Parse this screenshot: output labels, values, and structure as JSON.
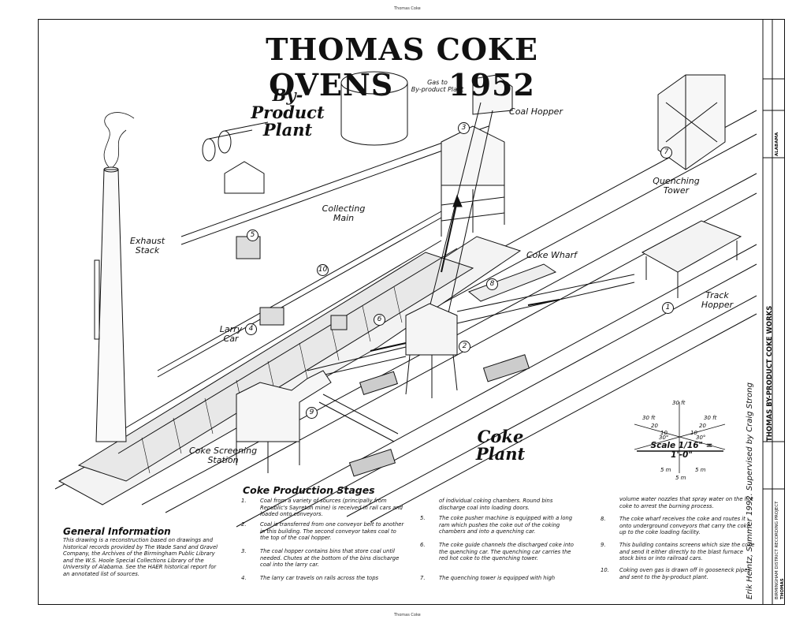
{
  "sheet": {
    "title": "THOMAS COKE OVENS",
    "year": "1952",
    "top_mark": "Thomas Coke",
    "bottom_mark": "Thomas Coke"
  },
  "callouts": {
    "gas_to_byproduct": "Gas to\nBy-product Plant",
    "coal_hopper": "Coal Hopper",
    "quenching_tower": "Quenching\nTower",
    "collecting_main": "Collecting\nMain",
    "exhaust_stack": "Exhaust\nStack",
    "coke_wharf": "Coke Wharf",
    "track_hopper": "Track\nHopper",
    "larry_car": "Larry\nCar",
    "coke_screening_station": "Coke Screening\nStation",
    "byproduct_plant": "By-Product\nPlant",
    "coke_plant": "Coke Plant"
  },
  "numbers": [
    "1",
    "2",
    "3",
    "4",
    "5",
    "6",
    "7",
    "8",
    "9",
    "10"
  ],
  "scale": {
    "label": "Scale 1/16\" = 1'-0\"",
    "ticks_ft": [
      "30 ft",
      "30 ft",
      "30 ft",
      "20",
      "20",
      "10",
      "10",
      "30°",
      "30°"
    ],
    "ticks_m": [
      "5 m",
      "5 m",
      "5 m"
    ]
  },
  "general_information": {
    "heading": "General Information",
    "text": "This drawing is a reconstruction based on drawings and historical records provided by The Wade Sand and Gravel Company, the Archives of the Birmingham Public Library and the W.S. Hoole Special Collections Library of the University of Alabama. See the HAER historical report for an annotated list of sources."
  },
  "stages": {
    "heading": "Coke Production Stages",
    "items": [
      {
        "n": "1.",
        "text": "Coal from a variety of sources (principally from Republic's Sayreton mine) is received in rail cars and loaded onto conveyors."
      },
      {
        "n": "2.",
        "text": "Coal is transferred from one conveyor belt to another in this building. The second conveyor takes coal to the top of the coal hopper."
      },
      {
        "n": "3.",
        "text": "The coal hopper contains bins that store coal until needed. Chutes at the bottom of the bins discharge coal into the larry car."
      },
      {
        "n": "4.",
        "text": "The larry car travels on rails across the tops"
      },
      {
        "n": "",
        "text": "of individual coking chambers. Round bins discharge coal into loading doors."
      },
      {
        "n": "5.",
        "text": "The coke pusher machine is equipped with a long ram which pushes the coke out of the coking chambers and into a quenching car."
      },
      {
        "n": "6.",
        "text": "The coke guide channels the discharged coke into the quenching car. The quenching car carries the red hot coke to the quenching tower."
      },
      {
        "n": "7.",
        "text": "The quenching tower is equipped with high"
      },
      {
        "n": "",
        "text": "volume water nozzles that spray water on the hot coke to arrest the burning process."
      },
      {
        "n": "8.",
        "text": "The coke wharf receives the coke and routes it onto underground conveyors that carry the coke up to the coke loading facility."
      },
      {
        "n": "9.",
        "text": "This building contains screens which size the coke and send it either directly to the blast furnace stock bins or into railroad cars."
      },
      {
        "n": "10.",
        "text": "Coking oven gas is drawn off in gooseneck pipes and sent to the by-product plant."
      }
    ]
  },
  "title_block": {
    "credit": "Erik Heintz, Summer 1992. Supervised by Craig Strong",
    "project": "THOMAS BY-PRODUCT COKE WORKS",
    "district": "BIRMINGHAM DISTRICT RECORDING PROJECT",
    "name": "THOMAS",
    "state": "ALABAMA"
  }
}
